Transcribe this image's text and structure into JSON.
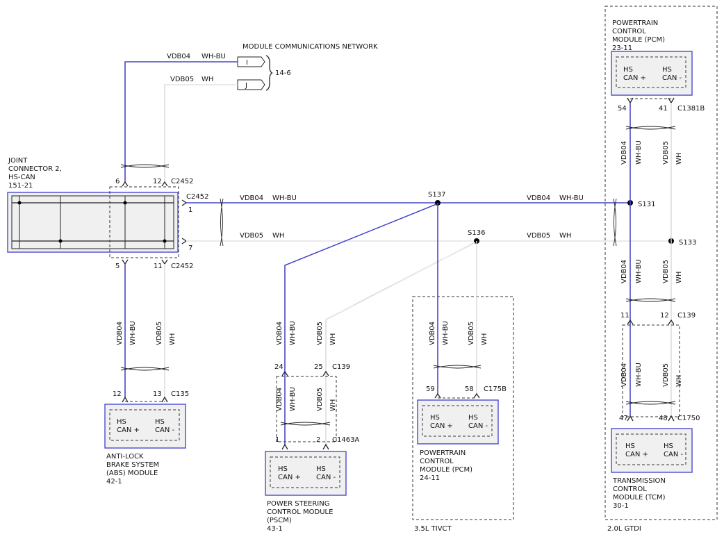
{
  "network": {
    "title": "MODULE COMMUNICATIONS NETWORK",
    "ref": "14-6",
    "pin_i": "I",
    "pin_j": "J"
  },
  "wires": {
    "vdb04": "VDB04",
    "vdb05": "VDB05",
    "whbu": "WH-BU",
    "wh": "WH"
  },
  "joint_connector": {
    "line1": "JOINT",
    "line2": "CONNECTOR 2,",
    "line3": "HS-CAN",
    "line4": "151-21"
  },
  "connectors": {
    "c2452": "C2452",
    "c135": "C135",
    "c139": "C139",
    "c1463a": "C1463A",
    "c175b": "C175B",
    "c1381b": "C1381B",
    "c1750": "C1750"
  },
  "pins": {
    "p6": "6",
    "p12": "12",
    "p1": "1",
    "p7": "7",
    "p5": "5",
    "p11": "11",
    "p13": "13",
    "p24": "24",
    "p25": "25",
    "p2": "2",
    "p59": "59",
    "p58": "58",
    "p54": "54",
    "p41": "41",
    "p47": "47",
    "p48": "48"
  },
  "splices": {
    "s137": "S137",
    "s136": "S136",
    "s131": "S131",
    "s133": "S133"
  },
  "module_pins": {
    "hs": "HS",
    "can_plus": "CAN +",
    "can_minus": "CAN -"
  },
  "modules": {
    "abs": [
      "ANTI-LOCK",
      "BRAKE SYSTEM",
      "(ABS) MODULE",
      "42-1"
    ],
    "pscm": [
      "POWER STEERING",
      "CONTROL MODULE",
      "(PSCM)",
      "43-1"
    ],
    "pcm_tivct": [
      "POWERTRAIN",
      "CONTROL",
      "MODULE (PCM)",
      "24-11"
    ],
    "pcm_gtdi": [
      "POWERTRAIN",
      "CONTROL",
      "MODULE (PCM)",
      "23-11"
    ],
    "tcm": [
      "TRANSMISSION",
      "CONTROL",
      "MODULE (TCM)",
      "30-1"
    ]
  },
  "variants": {
    "tivct": "3.5L TIVCT",
    "gtdi": "2.0L GTDI"
  }
}
